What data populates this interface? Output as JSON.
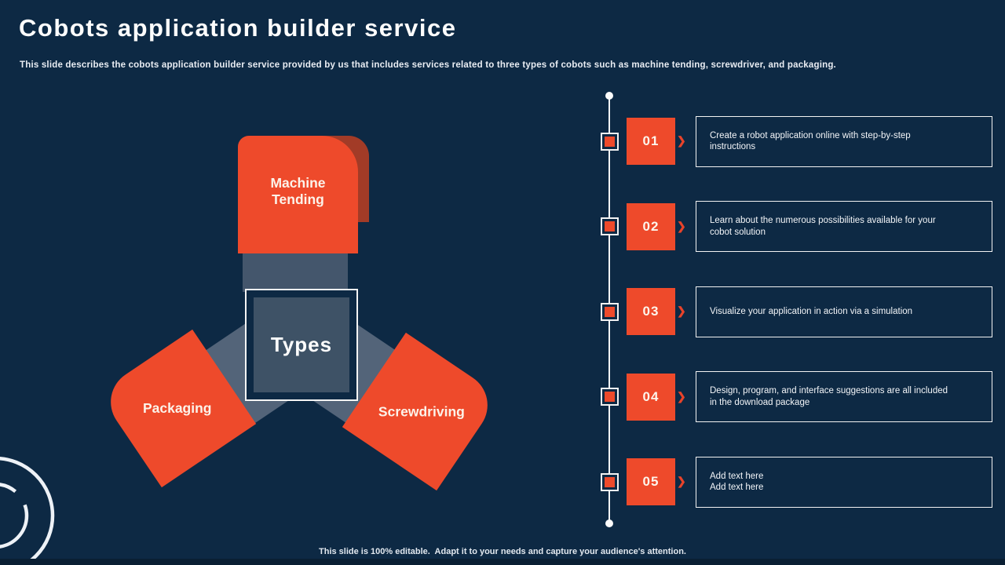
{
  "slide": {
    "title": "Cobots application builder service",
    "subtitle": "This slide describes the cobots application builder service provided by us that includes services related to three types of cobots such as machine tending, screwdriver, and packaging.",
    "footer": "This slide is 100% editable.  Adapt it to your needs and capture your audience's attention."
  },
  "diagram": {
    "center_label": "Types",
    "nodes": [
      {
        "id": "machine-tending",
        "label": "Machine\nTending"
      },
      {
        "id": "packaging",
        "label": "Packaging"
      },
      {
        "id": "screwdriving",
        "label": "Screwdriving"
      }
    ]
  },
  "timeline": {
    "chevron": "❯",
    "items": [
      {
        "number": "01",
        "text": "Create a robot application online with step-by-step\ninstructions"
      },
      {
        "number": "02",
        "text": "Learn about the numerous possibilities available for your\ncobot solution"
      },
      {
        "number": "03",
        "text": "Visualize your application in action via a simulation"
      },
      {
        "number": "04",
        "text": "Design, program, and interface suggestions are all included\nin the download package"
      },
      {
        "number": "05",
        "text": "Add text here\nAdd text here"
      }
    ]
  },
  "colors": {
    "background": "#0d2944",
    "accent_orange": "#ee4a2b",
    "accent_orange_dark": "#a23b27",
    "connector_gray": "#536479",
    "center_square": "#3e5266",
    "white": "#fdfdfd"
  }
}
